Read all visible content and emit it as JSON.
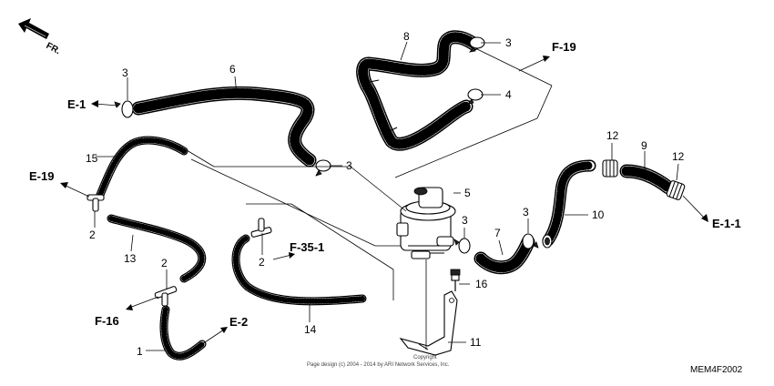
{
  "front_indicator": "FR.",
  "part_numbers": {
    "p1": "1",
    "p2a": "2",
    "p2b": "2",
    "p2c": "2",
    "p3a": "3",
    "p3b": "3",
    "p3c": "3",
    "p3d": "3",
    "p3e": "3",
    "p4": "4",
    "p5": "5",
    "p6": "6",
    "p7": "7",
    "p8": "8",
    "p9": "9",
    "p10": "10",
    "p11": "11",
    "p12a": "12",
    "p12b": "12",
    "p13": "13",
    "p14": "14",
    "p15": "15",
    "p16": "16"
  },
  "references": {
    "e1": "E-1",
    "e19": "E-19",
    "e2": "E-2",
    "e11": "E-1-1",
    "f19": "F-19",
    "f16": "F-16",
    "f351": "F-35-1"
  },
  "copyright": {
    "line1": "Copyright",
    "line2": "Page design (c) 2004 - 2014 by ARI Network Services, Inc."
  },
  "diagram_code": "MEM4F2002"
}
